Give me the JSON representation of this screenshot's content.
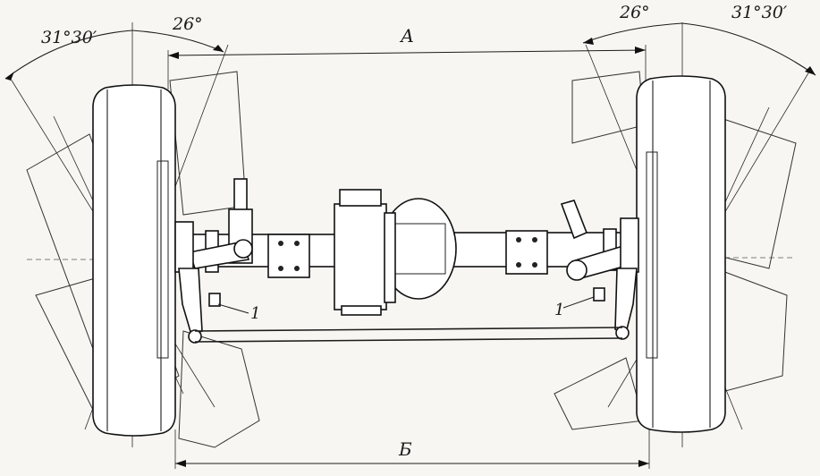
{
  "labels": {
    "angle_outer_left": "31°30′",
    "angle_inner_left": "26°",
    "angle_inner_right": "26°",
    "angle_outer_right": "31°30′",
    "track_top": "А",
    "track_bottom": "Б",
    "part_left": "1",
    "part_right": "1"
  }
}
